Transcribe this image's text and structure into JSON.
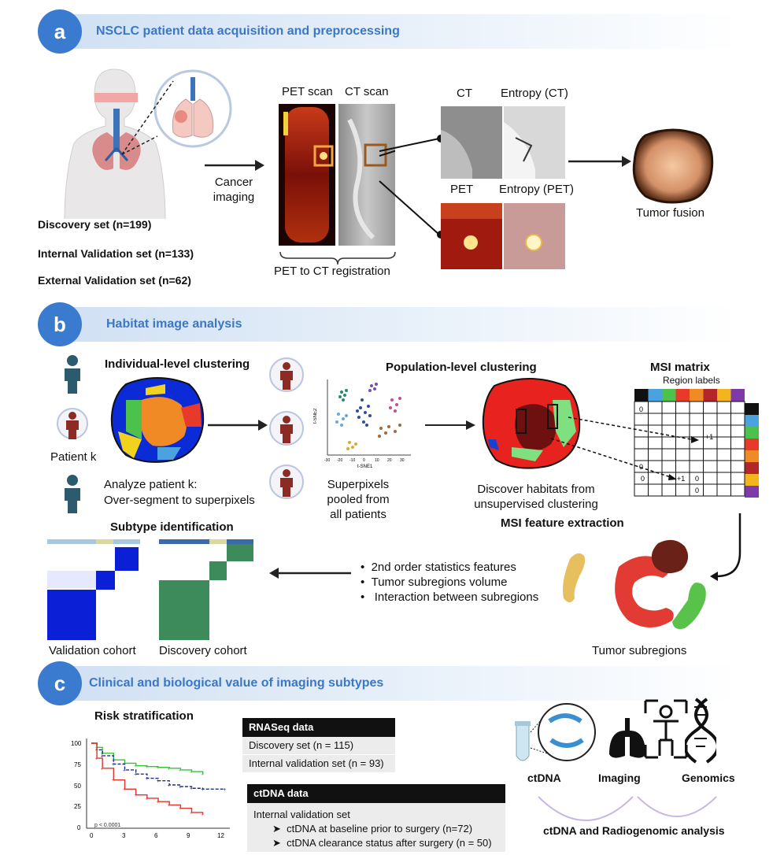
{
  "sections": {
    "a": {
      "letter": "a",
      "title": "NSCLC patient data acquisition and preprocessing"
    },
    "b": {
      "letter": "b",
      "title": "Habitat image analysis"
    },
    "c": {
      "letter": "c",
      "title": "Clinical and biological value of imaging subtypes"
    }
  },
  "panel_a": {
    "datasets": [
      "Discovery set (n=199)",
      "Internal Validation set (n=133)",
      "External Validation set (n=62)"
    ],
    "cancer_imaging": [
      "Cancer",
      "imaging"
    ],
    "pet_scan": "PET scan",
    "ct_scan": "CT scan",
    "registration": "PET to CT registration",
    "ct": "CT",
    "entropy_ct": "Entropy (CT)",
    "pet": "PET",
    "entropy_pet": "Entropy (PET)",
    "tumor_fusion": "Tumor fusion"
  },
  "panel_b": {
    "individual_title": "Individual-level clustering",
    "patient_k": "Patient k",
    "analyze_1": "Analyze patient k:",
    "analyze_2": "Over-segment to superpixels",
    "population_title": "Population-level clustering",
    "superpixels": [
      "Superpixels",
      "pooled from",
      "all patients"
    ],
    "tsne_x": "t-SNE1",
    "tsne_y": "t-SNE2",
    "tsne_xticks": [
      "-30",
      "-20",
      "-10",
      "0",
      "10",
      "20",
      "30"
    ],
    "discover": [
      "Discover habitats from",
      "unsupervised clustering"
    ],
    "msi_title": "MSI matrix",
    "region_labels": "Region labels",
    "msi_values": [
      "0",
      "+1",
      "0",
      "0",
      "+1",
      "0",
      "0"
    ],
    "msi_feature": "MSI feature extraction",
    "features": [
      "2nd order statistics features",
      "Tumor subregions volume",
      "Interaction between subregions"
    ],
    "subtype_title": "Subtype identification",
    "validation_cohort": "Validation cohort",
    "discovery_cohort": "Discovery cohort",
    "tumor_subregions": "Tumor subregions",
    "region_colors": [
      "#111111",
      "#4aa3df",
      "#4cc24c",
      "#e83a2a",
      "#f08a24",
      "#b3262a",
      "#f2b51d",
      "#7d3aa8"
    ]
  },
  "panel_c": {
    "risk_title": "Risk stratification",
    "y_ticks": [
      "100",
      "75",
      "50",
      "25",
      "0"
    ],
    "x_ticks": [
      "0",
      "3",
      "6",
      "9",
      "12"
    ],
    "pvalue": "p < 0.0001",
    "rnaseq_head": "RNASeq data",
    "rnaseq_rows": [
      "Discovery set (n = 115)",
      "Internal validation set (n = 93)"
    ],
    "ctdna_head": "ctDNA data",
    "ctdna_sub": "Internal validation set",
    "ctdna_rows": [
      "ctDNA at baseline prior to surgery (n=72)",
      "ctDNA clearance status after surgery (n = 50)"
    ],
    "ctdna_label": "ctDNA",
    "imaging_label": "Imaging",
    "genomics_label": "Genomics",
    "radiogenomic": "ctDNA and Radiogenomic analysis"
  },
  "chart_data": {
    "type": "line",
    "title": "Risk stratification",
    "xlabel": "",
    "ylabel": "",
    "xlim": [
      0,
      12
    ],
    "ylim": [
      0,
      100
    ],
    "x": [
      0,
      1,
      2,
      3,
      4,
      5,
      6,
      7,
      8,
      9,
      10,
      11,
      12
    ],
    "series": [
      {
        "color": "#3bc23b",
        "style": "solid",
        "x": [
          0,
          0.5,
          1,
          2,
          3,
          4,
          5,
          6,
          7,
          8,
          9,
          10
        ],
        "values": [
          100,
          95,
          88,
          80,
          76,
          73,
          72,
          71,
          70,
          68,
          66,
          63
        ]
      },
      {
        "color": "#1f2f86",
        "style": "dashed",
        "x": [
          0,
          0.5,
          1,
          2,
          3,
          4,
          5,
          6,
          7,
          8,
          9,
          10,
          12
        ],
        "values": [
          100,
          92,
          85,
          75,
          68,
          63,
          58,
          55,
          50,
          48,
          46,
          45,
          45
        ]
      },
      {
        "color": "#e0352b",
        "style": "solid",
        "x": [
          0,
          0.5,
          1,
          2,
          3,
          4,
          5,
          6,
          7,
          8,
          9,
          10
        ],
        "values": [
          100,
          82,
          70,
          56,
          45,
          38,
          34,
          30,
          26,
          22,
          17,
          15
        ]
      }
    ]
  }
}
